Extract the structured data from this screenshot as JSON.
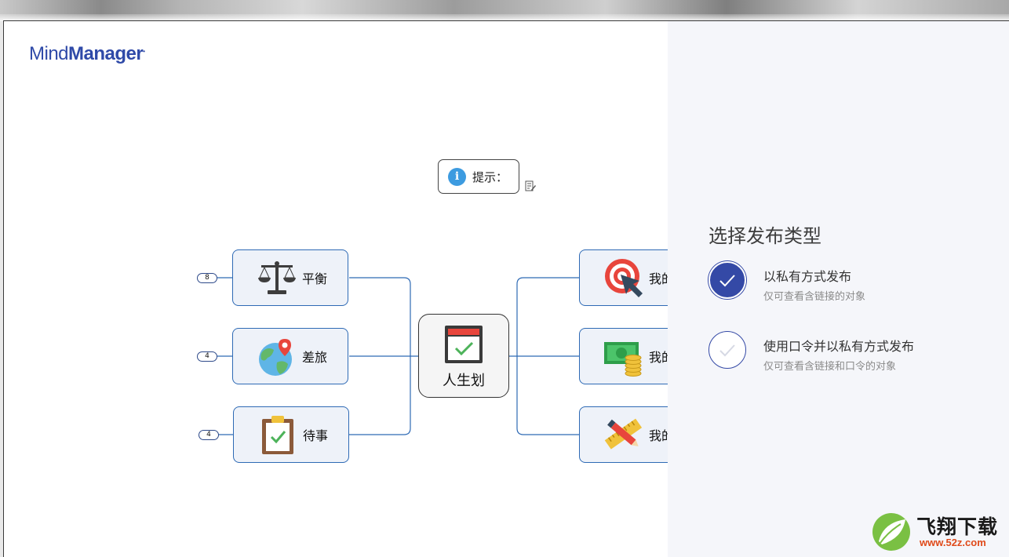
{
  "app": {
    "logo_text_light": "Mind",
    "logo_text_bold": "Manager",
    "logo_mark": "•"
  },
  "map": {
    "callout": {
      "label": "提示：",
      "icon": "info-icon"
    },
    "central": {
      "label": "人生划",
      "icon": "calendar-check-icon"
    },
    "left_topics": [
      {
        "label": "平衡",
        "icon": "scales-icon",
        "badge": "8"
      },
      {
        "label": "差旅",
        "icon": "globe-pin-icon",
        "badge": "4"
      },
      {
        "label": "待事",
        "icon": "clipboard-check-icon",
        "badge": "4"
      }
    ],
    "right_topics": [
      {
        "label": "我的",
        "icon": "target-arrow-icon"
      },
      {
        "label": "我的",
        "icon": "money-coins-icon"
      },
      {
        "label": "我的",
        "icon": "ruler-pencil-icon"
      }
    ]
  },
  "panel": {
    "title": "选择发布类型",
    "options": [
      {
        "title": "以私有方式发布",
        "subtitle": "仅可查看含链接的对象",
        "selected": true
      },
      {
        "title": "使用口令并以私有方式发布",
        "subtitle": "仅可查看含链接和口令的对象",
        "selected": false
      }
    ]
  },
  "watermark": {
    "title": "飞翔下载",
    "url": "www.52z.com"
  },
  "colors": {
    "brand": "#2f4aa8",
    "topic_border": "#2e6ab5",
    "topic_fill": "#eef2f9",
    "selected": "#3449a6",
    "panel_bg": "#f5f6fa"
  }
}
